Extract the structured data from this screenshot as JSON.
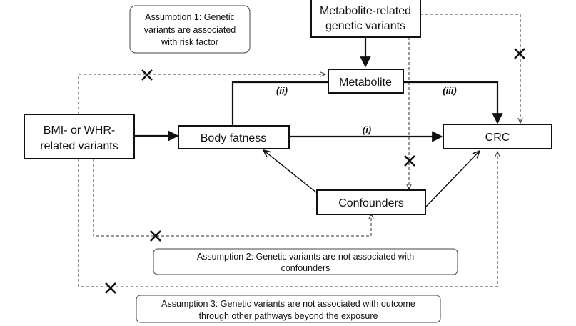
{
  "nodes": {
    "metabolite_variants": [
      "Metabolite-related",
      "genetic variants"
    ],
    "metabolite": "Metabolite",
    "bmi_variants": [
      "BMI- or WHR-",
      "related variants"
    ],
    "body_fatness": "Body fatness",
    "crc": "CRC",
    "confounders": "Confounders"
  },
  "assumptions": {
    "a1": [
      "Assumption 1: Genetic",
      "variants are associated",
      "with risk factor"
    ],
    "a2": [
      "Assumption 2: Genetic variants are not associated with",
      "confounders"
    ],
    "a3": [
      "Assumption 3: Genetic variants are not associated with outcome",
      "through other pathways beyond the exposure"
    ]
  },
  "path_labels": {
    "i": "(i)",
    "ii": "(ii)",
    "iii": "(iii)"
  },
  "marks": {
    "blocked_path": "x-mark-icon",
    "line_color": "#111111",
    "dashed_color": "#333333"
  }
}
